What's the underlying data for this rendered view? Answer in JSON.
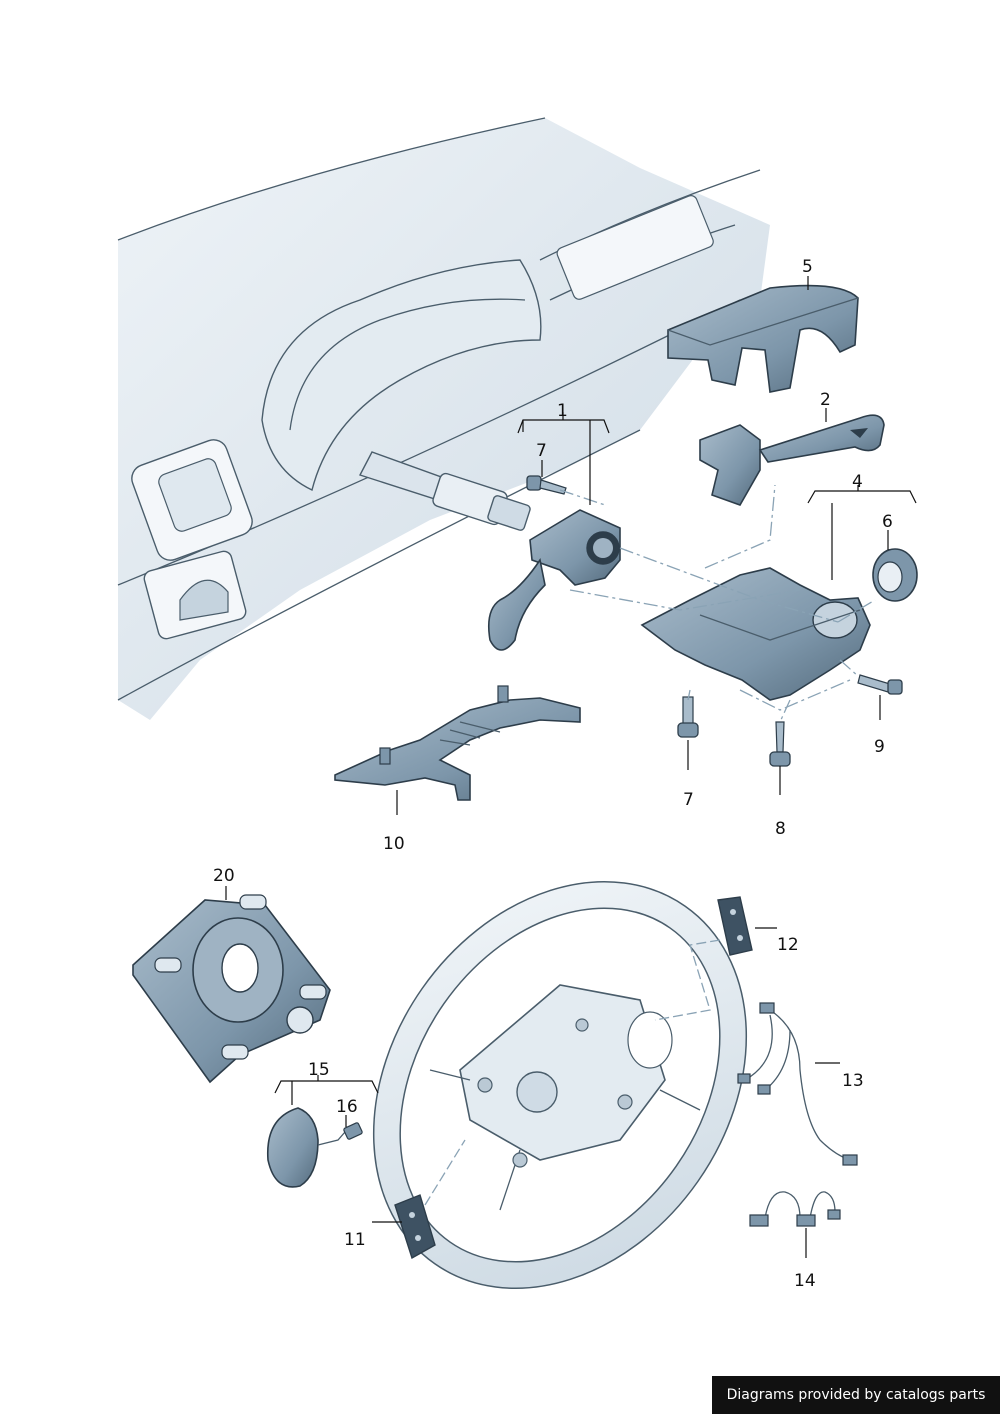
{
  "callouts": [
    {
      "id": "1",
      "text": "1"
    },
    {
      "id": "2",
      "text": "2"
    },
    {
      "id": "4",
      "text": "4"
    },
    {
      "id": "5",
      "text": "5"
    },
    {
      "id": "6",
      "text": "6"
    },
    {
      "id": "7a",
      "text": "7"
    },
    {
      "id": "7b",
      "text": "7"
    },
    {
      "id": "8",
      "text": "8"
    },
    {
      "id": "9",
      "text": "9"
    },
    {
      "id": "10",
      "text": "10"
    },
    {
      "id": "11",
      "text": "11"
    },
    {
      "id": "12",
      "text": "12"
    },
    {
      "id": "13",
      "text": "13"
    },
    {
      "id": "14",
      "text": "14"
    },
    {
      "id": "15",
      "text": "15"
    },
    {
      "id": "16",
      "text": "16"
    },
    {
      "id": "20",
      "text": "20"
    }
  ],
  "credit": "Diagrams provided by catalogs parts",
  "colors": {
    "part_fill": "#7d96aa",
    "part_dark": "#546b7d",
    "dash_fill": "#dde6ee",
    "line": "#4a5d6b"
  }
}
